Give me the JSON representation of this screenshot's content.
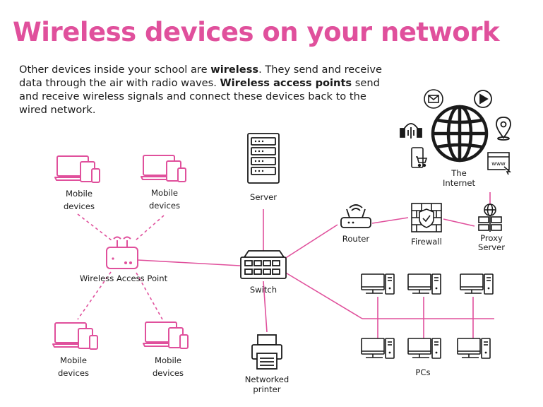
{
  "title": "Wireless devices on your network",
  "intro": {
    "t1": "Other devices inside your school are ",
    "b1": "wireless",
    "t2": ". They send and receive data through the air with radio waves. ",
    "b2": "Wireless access points",
    "t3": " send and receive wireless signals and connect these devices back to the wired network."
  },
  "labels": {
    "mobile_tl": [
      "Mobile",
      "devices"
    ],
    "mobile_tr": [
      "Mobile",
      "devices"
    ],
    "mobile_bl": [
      "Mobile",
      "devices"
    ],
    "mobile_br": [
      "Mobile",
      "devices"
    ],
    "wap": "Wireless Access Point",
    "server": "Server",
    "switch": "Switch",
    "printer": [
      "Networked",
      "printer"
    ],
    "router": "Router",
    "firewall": "Firewall",
    "proxy": [
      "Proxy",
      "Server"
    ],
    "internet": [
      "The",
      "Internet"
    ],
    "pcs": "PCs",
    "www": "www"
  },
  "colors": {
    "accent": "#e0509c",
    "dark": "#1a1a1a"
  },
  "icons": [
    "laptop-tablet-phone-icon",
    "wireless-access-point-icon",
    "server-icon",
    "switch-icon",
    "printer-icon",
    "router-icon",
    "firewall-icon",
    "proxy-server-icon",
    "globe-icon",
    "email-icon",
    "play-icon",
    "podcast-icon",
    "location-pin-icon",
    "shopping-cart-icon",
    "web-browser-icon",
    "pc-icon"
  ]
}
